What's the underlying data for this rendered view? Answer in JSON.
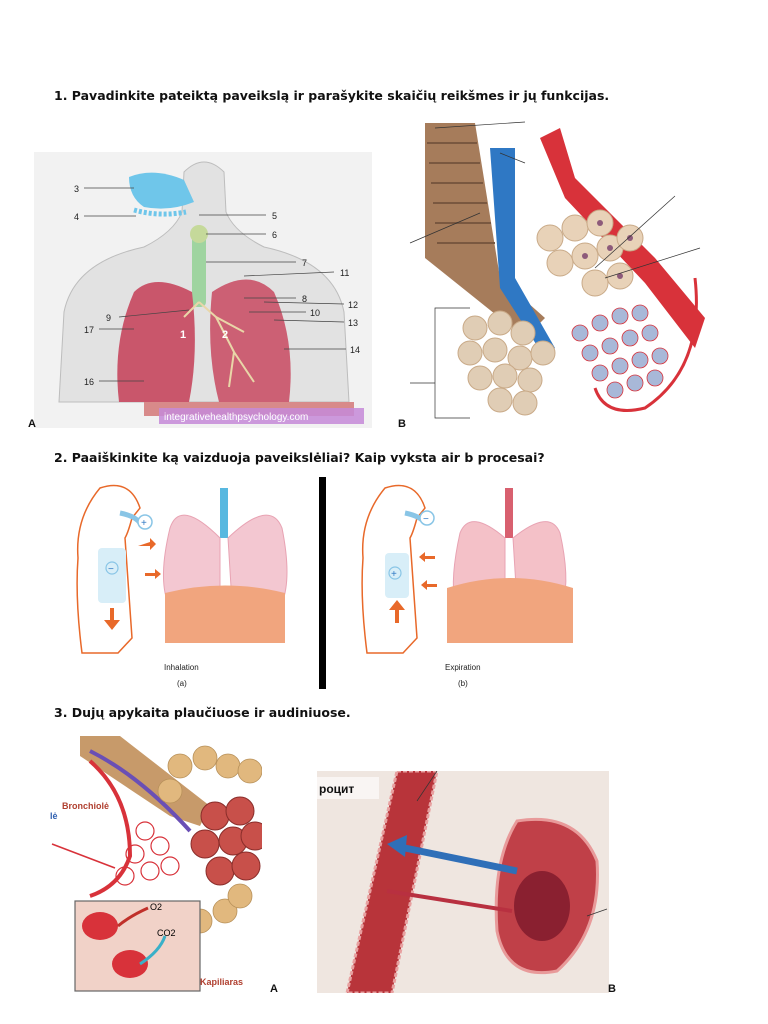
{
  "questions": {
    "q1": "1. Pavadinkite pateiktą paveikslą ir parašykite skaičių reikšmes ir jų funkcijas.",
    "q2": "2. Paaiškinkite ką vaizduoja paveikslėliai? Kaip vyksta air b procesai?",
    "q3": "3. Dujų apykaita plaučiuose ir audiniuose."
  },
  "figure1": {
    "corner_a": "A",
    "corner_b": "B",
    "labels": [
      "3",
      "4",
      "5",
      "6",
      "7",
      "11",
      "8",
      "12",
      "10",
      "13",
      "9",
      "17",
      "14",
      "16",
      "1",
      "2"
    ],
    "watermark": "integrativehealthpsychology.com"
  },
  "figure2": {
    "inhalation": "Inhalation",
    "inhalation_letter": "(a)",
    "expiration": "Expiration",
    "expiration_letter": "(b)",
    "plus": "+",
    "minus": "−"
  },
  "figure3": {
    "corner_a": "A",
    "corner_b": "B",
    "bronchiole": "Bronchiolė",
    "le": "lė",
    "o2": "O2",
    "co2": "CO2",
    "kapiliaras": "Kapiliaras",
    "erythrocyte_fragment": "роцит"
  },
  "colors": {
    "lung": "#c9566b",
    "trachea": "#9fd4a0",
    "blue_vessel": "#2f78c4",
    "red_vessel": "#d8323a",
    "orange_arrow": "#e8692a",
    "alveoli": "#e8d2b8"
  }
}
